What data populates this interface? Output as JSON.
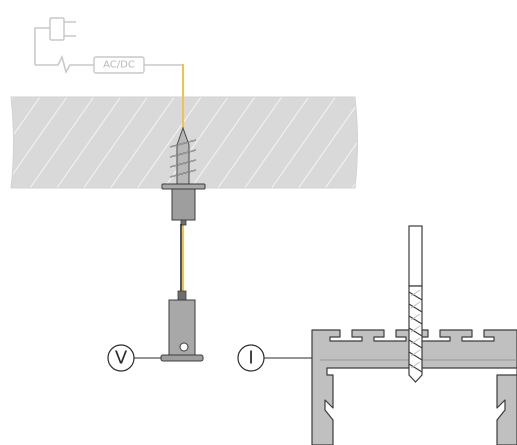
{
  "diagram": {
    "power_supply_label": "AC/DC",
    "callout_v_label": "V",
    "callout_i_label": "I",
    "colors": {
      "cable_yellow": "#f2c14e",
      "cable_black": "#1a1a1a",
      "ceiling_fill": "#d9d9d9",
      "hatch": "#ffffff",
      "metal_fill": "#a8a8a8",
      "metal_stroke": "#3c3c3c",
      "light_gray_line": "#c8c8c8",
      "profile_fill": "#c0c0c0"
    }
  }
}
